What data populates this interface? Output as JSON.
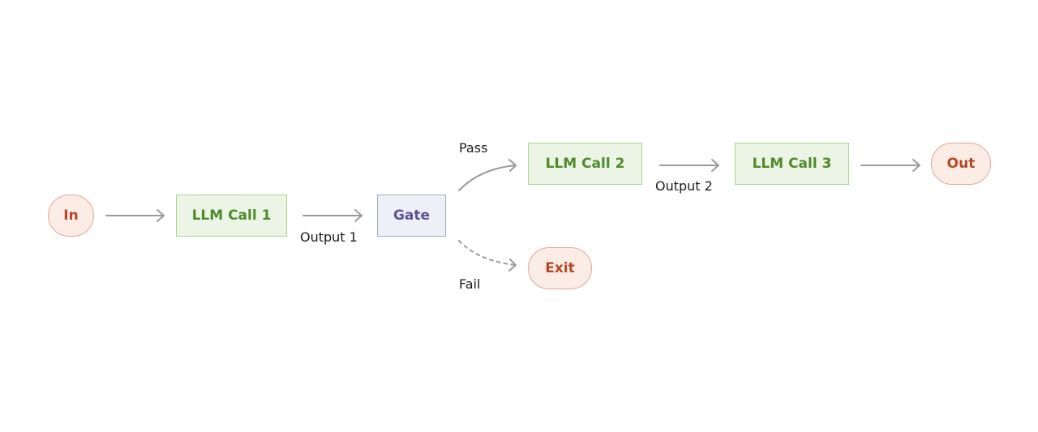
{
  "diagram": {
    "nodes": {
      "input": "In",
      "llm_call_1": "LLM Call 1",
      "gate": "Gate",
      "llm_call_2": "LLM Call 2",
      "llm_call_3": "LLM Call 3",
      "output": "Out",
      "exit": "Exit"
    },
    "edge_labels": {
      "output_1": "Output 1",
      "output_2": "Output 2",
      "pass": "Pass",
      "fail": "Fail"
    },
    "colors": {
      "terminal_fill": "#fbece6",
      "terminal_border": "#e3a794",
      "terminal_text": "#b24a25",
      "llm_fill": "#ecf4e6",
      "llm_border": "#a8d48f",
      "llm_text": "#4e8a2a",
      "gate_fill": "#efeff8",
      "gate_border": "#a9a7cf",
      "gate_text": "#5a5493",
      "arrow": "#9a9a9a"
    }
  }
}
